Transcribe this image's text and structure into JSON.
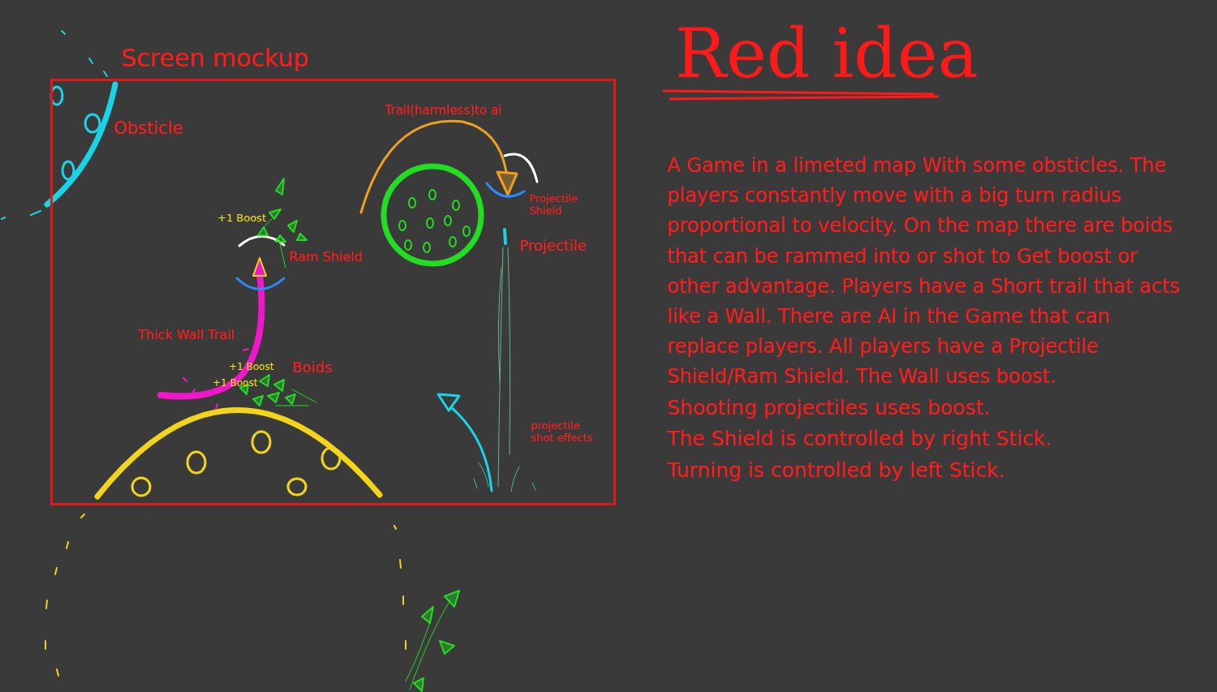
{
  "diagram": {
    "title": "Red idea",
    "nodes": [
      {
        "text": [
          "Screen mockup"
        ]
      }
    ],
    "labels": [
      "Obsticle",
      "Trail(harmless)to ai",
      "+1 Boost",
      "Projectile Shield",
      "Ram Shield",
      "Projectile",
      "Thick Wall Trail",
      "+1 Boost",
      "Boids",
      "+1 Boost",
      "projectile shot effects",
      "A Game in a limeted map With some obsticles. The players constantly move with a big turn radius proportional to velocity. On the map there are boids that can be rammed into or shot to Get boost or other advantage. Players have a Short trail that acts like a Wall. There are AI in the Game that can replace players. All players have a Projectile Shield/Ram Shield. The Wall uses boost.",
      "Shooting projectiles uses boost.",
      "The Shield is controlled by right Stick.",
      "Turning is controlled by left Stick."
    ]
  }
}
